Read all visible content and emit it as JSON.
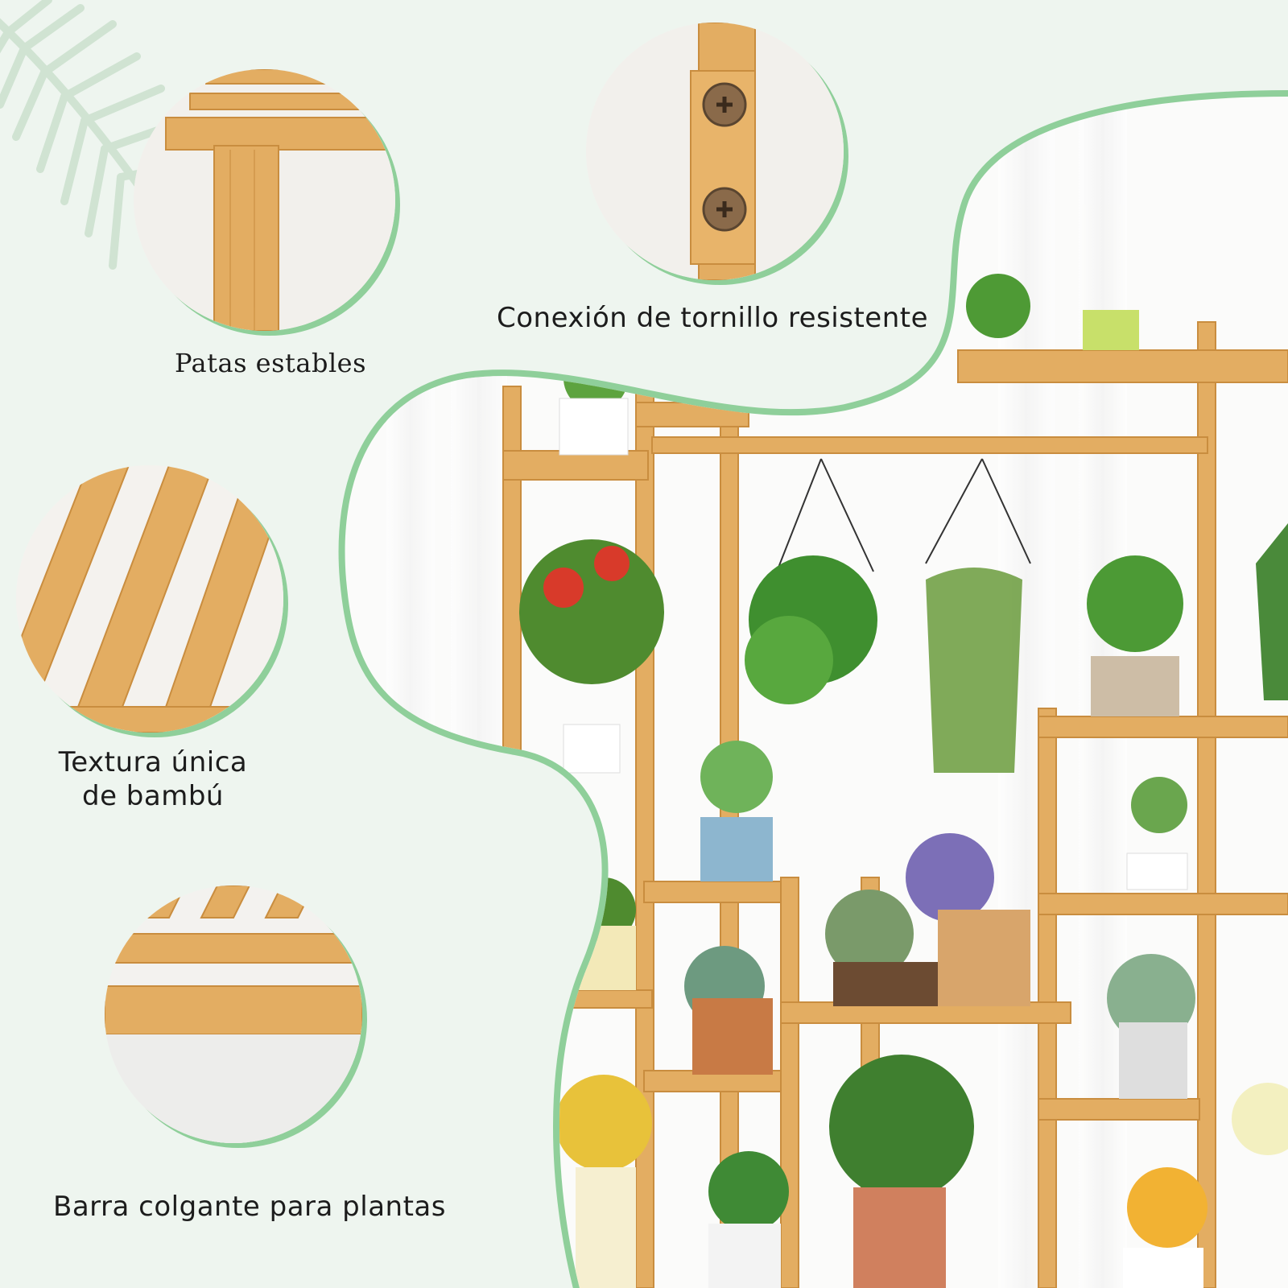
{
  "features": [
    {
      "id": "legs",
      "label": "Patas estables",
      "icon": "bamboo-leg-icon"
    },
    {
      "id": "screws",
      "label": "Conexión de tornillo resistente",
      "icon": "screw-icon"
    },
    {
      "id": "texture",
      "label_lines": [
        "Textura única",
        "de bambú"
      ],
      "icon": "bamboo-slats-icon"
    },
    {
      "id": "bar",
      "label": "Barra colgante para plantas",
      "icon": "hanging-bar-icon"
    }
  ],
  "colors": {
    "background": "#eef5ef",
    "accent_green": "#8fcf9a",
    "bamboo": "#e3ad62",
    "bamboo_dark": "#c98d3f",
    "text": "#1c1c1c"
  }
}
